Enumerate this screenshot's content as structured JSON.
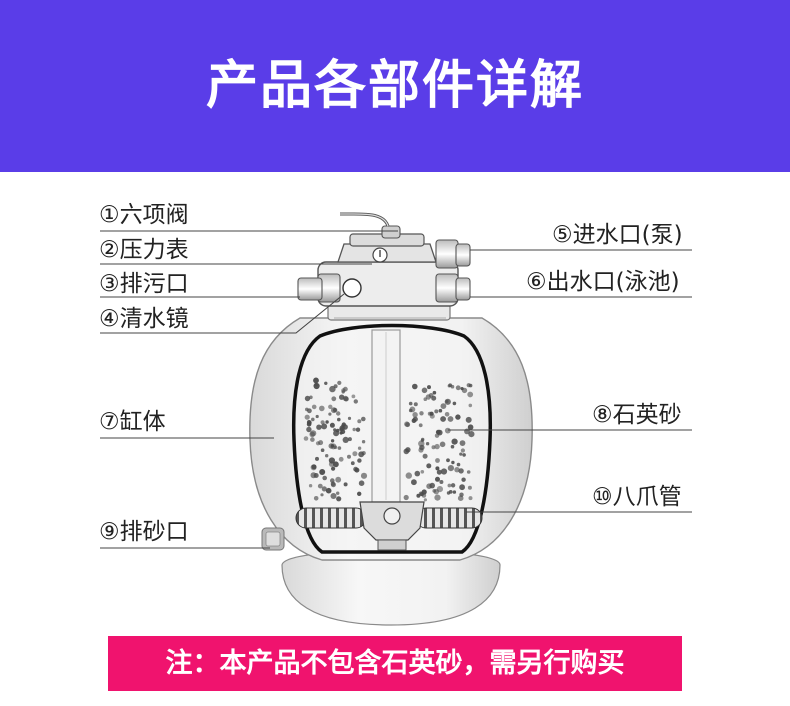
{
  "header": {
    "title": "产品各部件详解"
  },
  "parts": [
    {
      "id": "multiport-valve",
      "label": "①六项阀"
    },
    {
      "id": "pressure-gauge",
      "label": "②压力表"
    },
    {
      "id": "waste-outlet",
      "label": "③排污口"
    },
    {
      "id": "sight-glass",
      "label": "④清水镜"
    },
    {
      "id": "inlet",
      "label": "⑤进水口(泵)"
    },
    {
      "id": "outlet",
      "label": "⑥出水口(泳池)"
    },
    {
      "id": "tank-body",
      "label": "⑦缸体"
    },
    {
      "id": "quartz-sand",
      "label": "⑧石英砂"
    },
    {
      "id": "sand-drain",
      "label": "⑨排砂口"
    },
    {
      "id": "lateral-pipes",
      "label": "⑩八爪管"
    }
  ],
  "note": {
    "text": "注：本产品不包含石英砂，需另行购买"
  },
  "colors": {
    "header_bg": "#5a3de8",
    "note_bg": "#f0136e"
  }
}
